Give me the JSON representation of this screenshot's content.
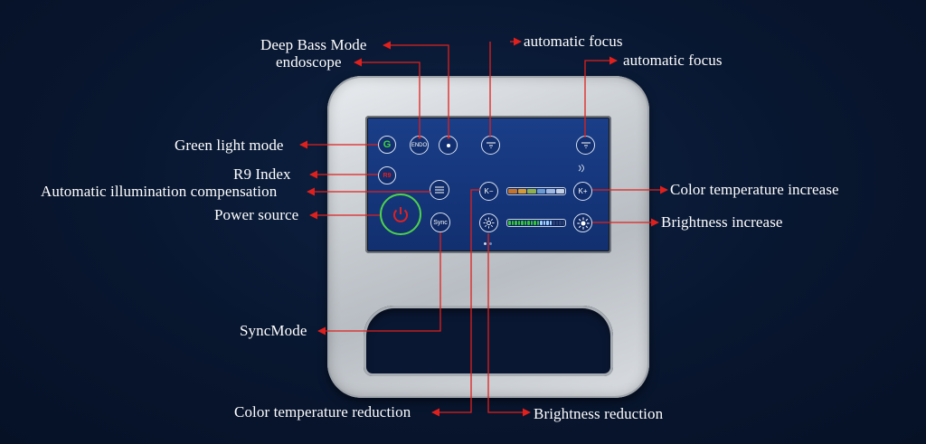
{
  "labels": {
    "deep_bass_mode": "Deep Bass Mode",
    "endoscope": "endoscope",
    "automatic_focus_1": "automatic focus",
    "automatic_focus_2": "automatic focus",
    "green_light_mode": "Green light mode",
    "r9_index": "R9 Index",
    "auto_illumination": "Automatic illumination compensation",
    "power_source": "Power source",
    "sync_mode": "SyncMode",
    "color_temp_increase": "Color temperature increase",
    "brightness_increase": "Brightness increase",
    "color_temp_reduction": "Color temperature reduction",
    "brightness_reduction": "Brightness reduction"
  },
  "screen_buttons": {
    "green": "G",
    "endo": "ENDO",
    "r9": "R9",
    "sync": "Sync",
    "k_minus": "K−",
    "k_plus": "K+"
  },
  "colors": {
    "background": "#08162f",
    "arrow": "#e0201c",
    "screen": "#1a3e88",
    "power_ring": "#4cd24c",
    "power_icon": "#e02020",
    "r9_text": "#e02020",
    "green_text": "#3fd43f"
  },
  "icons": {
    "power": "power-icon",
    "deep_bass": "dot-circle-icon",
    "auto_focus": "focus-icon",
    "auto_illumination": "illumination-icon",
    "brightness": "sun-icon",
    "signal": "wireless-icon"
  },
  "brightness_level": 0.8,
  "color_temperature_segments": [
    "#c4742a",
    "#d49a34",
    "#8fb04a",
    "#6a9ad0",
    "#9fb8e0",
    "#c4d0e4"
  ]
}
